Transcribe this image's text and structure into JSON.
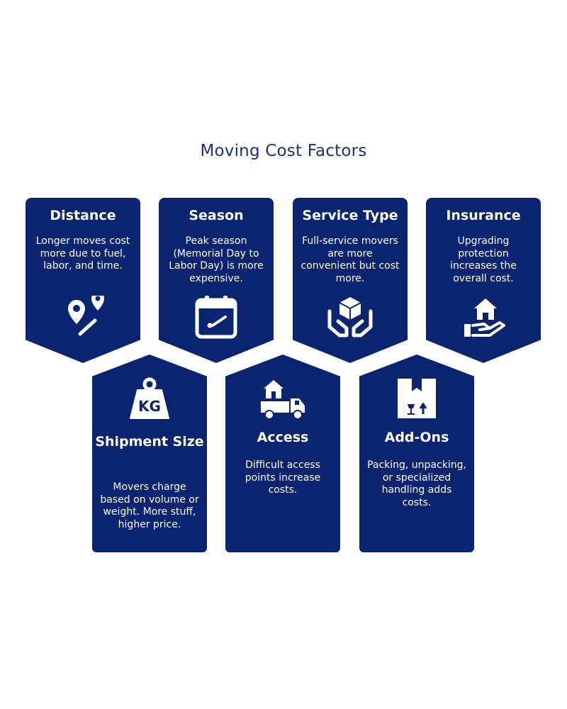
{
  "title": "Moving Cost Factors",
  "colors": {
    "card": "#0b2470",
    "title": "#1f3270",
    "text": "#ffffff"
  },
  "top_cards": [
    {
      "title": "Distance",
      "desc": "Longer moves cost more due to fuel, labor, and time.",
      "icon": "map-pins-route-icon"
    },
    {
      "title": "Season",
      "desc": "Peak season (Memorial Day to Labor Day) is more expensive.",
      "icon": "calendar-icon"
    },
    {
      "title": "Service Type",
      "desc": "Full-service movers are more convenient but cost more.",
      "icon": "hands-box-icon"
    },
    {
      "title": "Insurance",
      "desc": "Upgrading protection increases the overall cost.",
      "icon": "hand-house-icon"
    }
  ],
  "bottom_cards": [
    {
      "title": "Shipment Size",
      "desc": "Movers charge based on volume or weight. More stuff, higher price.",
      "icon": "kg-weight-icon",
      "icon_text": "KG"
    },
    {
      "title": "Access",
      "desc": "Difficult access points increase costs.",
      "icon": "moving-truck-icon"
    },
    {
      "title": "Add-Ons",
      "desc": "Packing, unpacking, or specialized handling adds costs.",
      "icon": "fragile-box-icon"
    }
  ]
}
